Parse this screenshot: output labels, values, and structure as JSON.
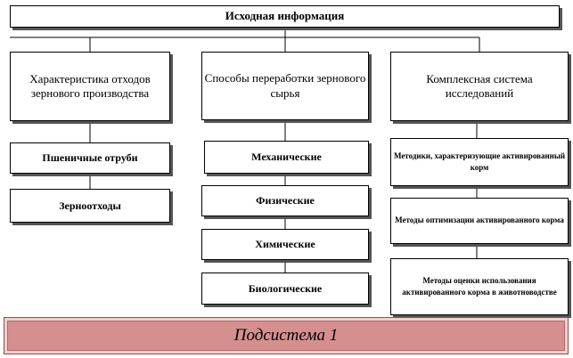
{
  "diagram": {
    "root": "Исходная информация",
    "columns": [
      {
        "header": "Характеристика отходов зернового производства",
        "items": [
          "Пшеничные отруби",
          "Зерноотходы"
        ]
      },
      {
        "header": "Способы переработки зернового сырья",
        "items": [
          "Механические",
          "Физические",
          "Химические",
          "Биологические"
        ]
      },
      {
        "header": "Комплексная система исследований",
        "items": [
          "Методики, характеризующие активированный корм",
          "Методы оптимизации активированного корма",
          "Методы оценки использования активированного корма в животноводстве"
        ]
      }
    ]
  },
  "footer": {
    "label": "Подсистема 1"
  }
}
